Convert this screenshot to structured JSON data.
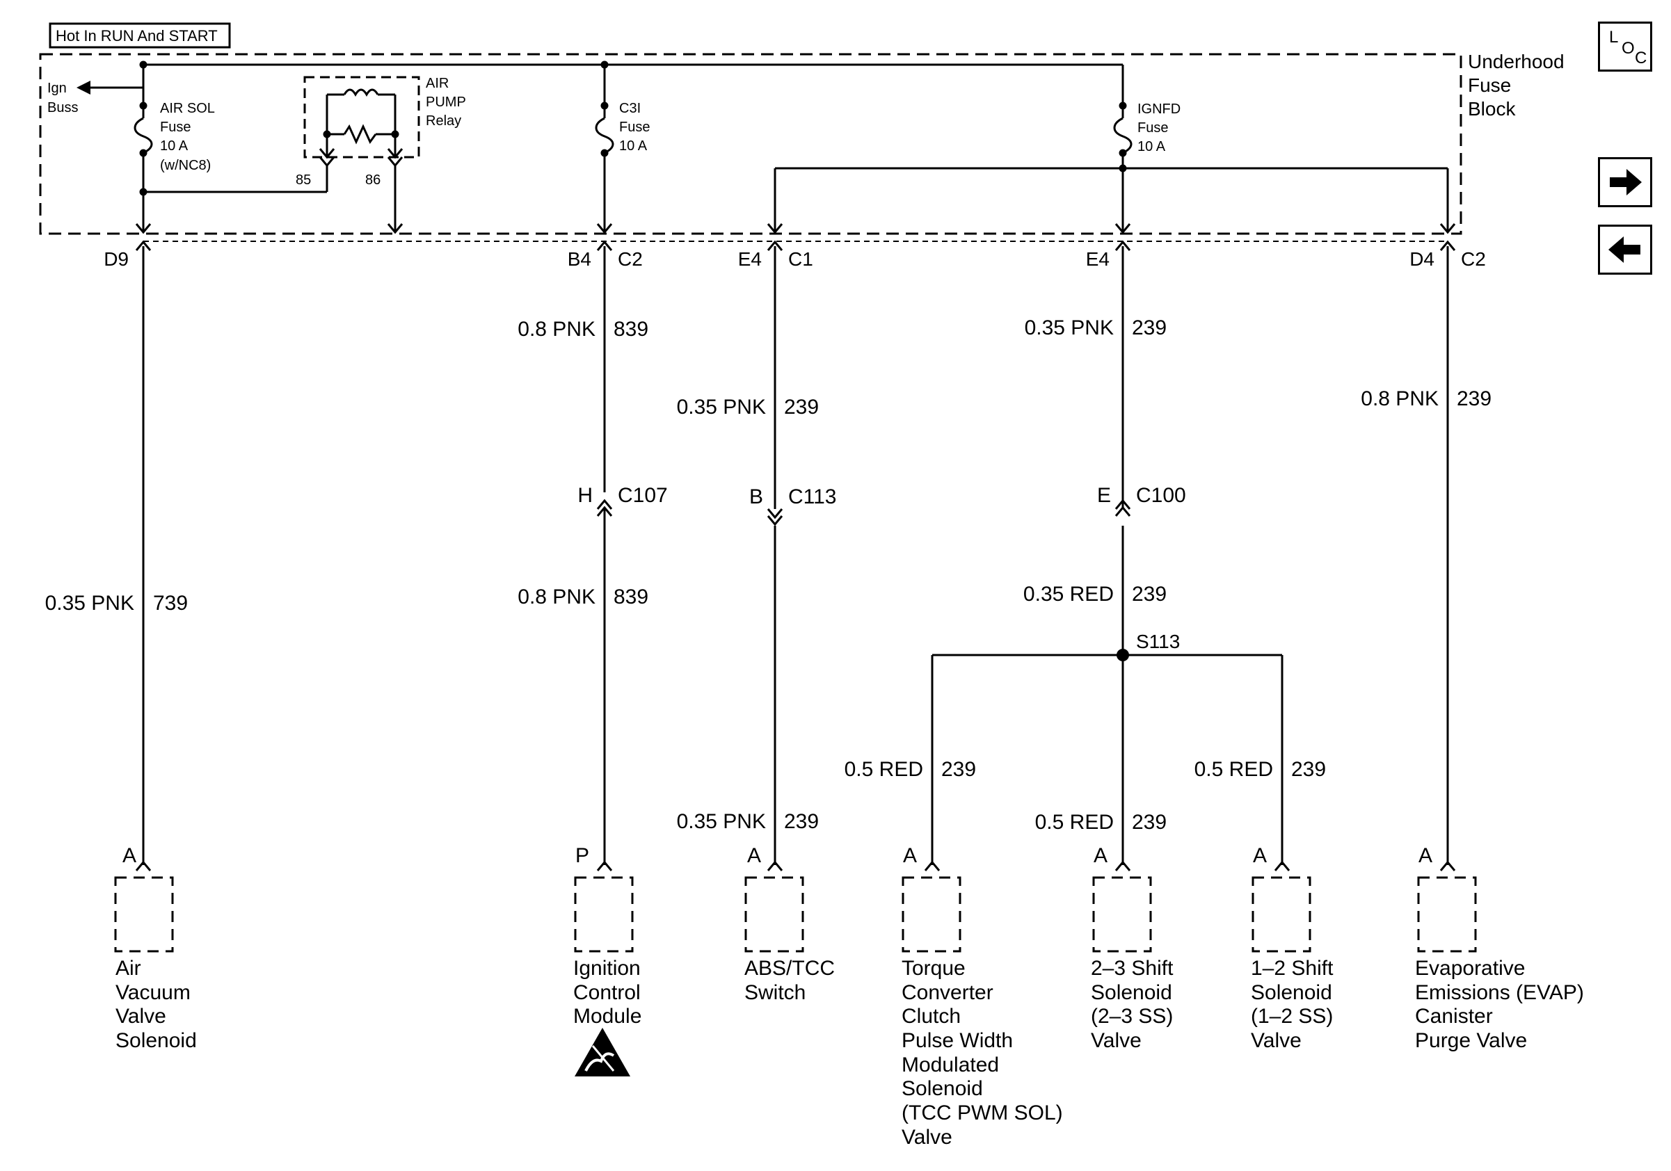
{
  "header": {
    "hot_label": "Hot In RUN And START"
  },
  "fuse_block": {
    "label": [
      "Underhood",
      "Fuse",
      "Block"
    ],
    "ign_buss": [
      "Ign",
      "Buss"
    ],
    "air_sol_fuse": [
      "AIR SOL",
      "Fuse",
      "10 A",
      "(w/NC8)"
    ],
    "air_pump_relay": [
      "AIR",
      "PUMP",
      "Relay"
    ],
    "relay_pin_85": "85",
    "relay_pin_86": "86",
    "c3i_fuse": [
      "C3I",
      "Fuse",
      "10 A"
    ],
    "ignfd_fuse": [
      "IGNFD",
      "Fuse",
      "10 A"
    ]
  },
  "connectors_top": {
    "d9": "D9",
    "b4": "B4",
    "b4_c": "C2",
    "e4a": "E4",
    "e4a_c": "C1",
    "e4b": "E4",
    "d4": "D4",
    "d4_c": "C2"
  },
  "wires": {
    "w739": {
      "gauge": "0.35 PNK",
      "circuit": "739"
    },
    "w839a": {
      "gauge": "0.8 PNK",
      "circuit": "839"
    },
    "w839b": {
      "gauge": "0.8 PNK",
      "circuit": "839"
    },
    "w239_abs_a": {
      "gauge": "0.35 PNK",
      "circuit": "239"
    },
    "w239_abs_b": {
      "gauge": "0.35 PNK",
      "circuit": "239"
    },
    "w239_main": {
      "gauge": "0.35 PNK",
      "circuit": "239"
    },
    "w239_red": {
      "gauge": "0.35 RED",
      "circuit": "239"
    },
    "w239_evap": {
      "gauge": "0.8 PNK",
      "circuit": "239"
    },
    "w239_tcc": {
      "gauge": "0.5 RED",
      "circuit": "239"
    },
    "w239_23": {
      "gauge": "0.5 RED",
      "circuit": "239"
    },
    "w239_12": {
      "gauge": "0.5 RED",
      "circuit": "239"
    }
  },
  "inline_connectors": {
    "c107": {
      "pin": "H",
      "name": "C107"
    },
    "c113": {
      "pin": "B",
      "name": "C113"
    },
    "c100": {
      "pin": "E",
      "name": "C100"
    }
  },
  "splice": "S113",
  "components": {
    "air_vacuum": {
      "pin": "A",
      "lines": [
        "Air",
        "Vacuum",
        "Valve",
        "Solenoid"
      ]
    },
    "icm": {
      "pin": "P",
      "lines": [
        "Ignition",
        "Control",
        "Module"
      ]
    },
    "abs_tcc": {
      "pin": "A",
      "lines": [
        "ABS/TCC",
        "Switch"
      ]
    },
    "tcc_pwm": {
      "pin": "A",
      "lines": [
        "Torque",
        "Converter",
        "Clutch",
        "Pulse Width",
        "Modulated",
        "Solenoid",
        "(TCC PWM SOL)",
        "Valve"
      ]
    },
    "ss23": {
      "pin": "A",
      "lines": [
        "2–3 Shift",
        "Solenoid",
        "(2–3 SS)",
        "Valve"
      ]
    },
    "ss12": {
      "pin": "A",
      "lines": [
        "1–2 Shift",
        "Solenoid",
        "(1–2 SS)",
        "Valve"
      ]
    },
    "evap": {
      "pin": "A",
      "lines": [
        "Evaporative",
        "Emissions (EVAP)",
        "Canister",
        "Purge Valve"
      ]
    }
  },
  "nav": {
    "loc": [
      "L",
      "O",
      "C"
    ]
  }
}
